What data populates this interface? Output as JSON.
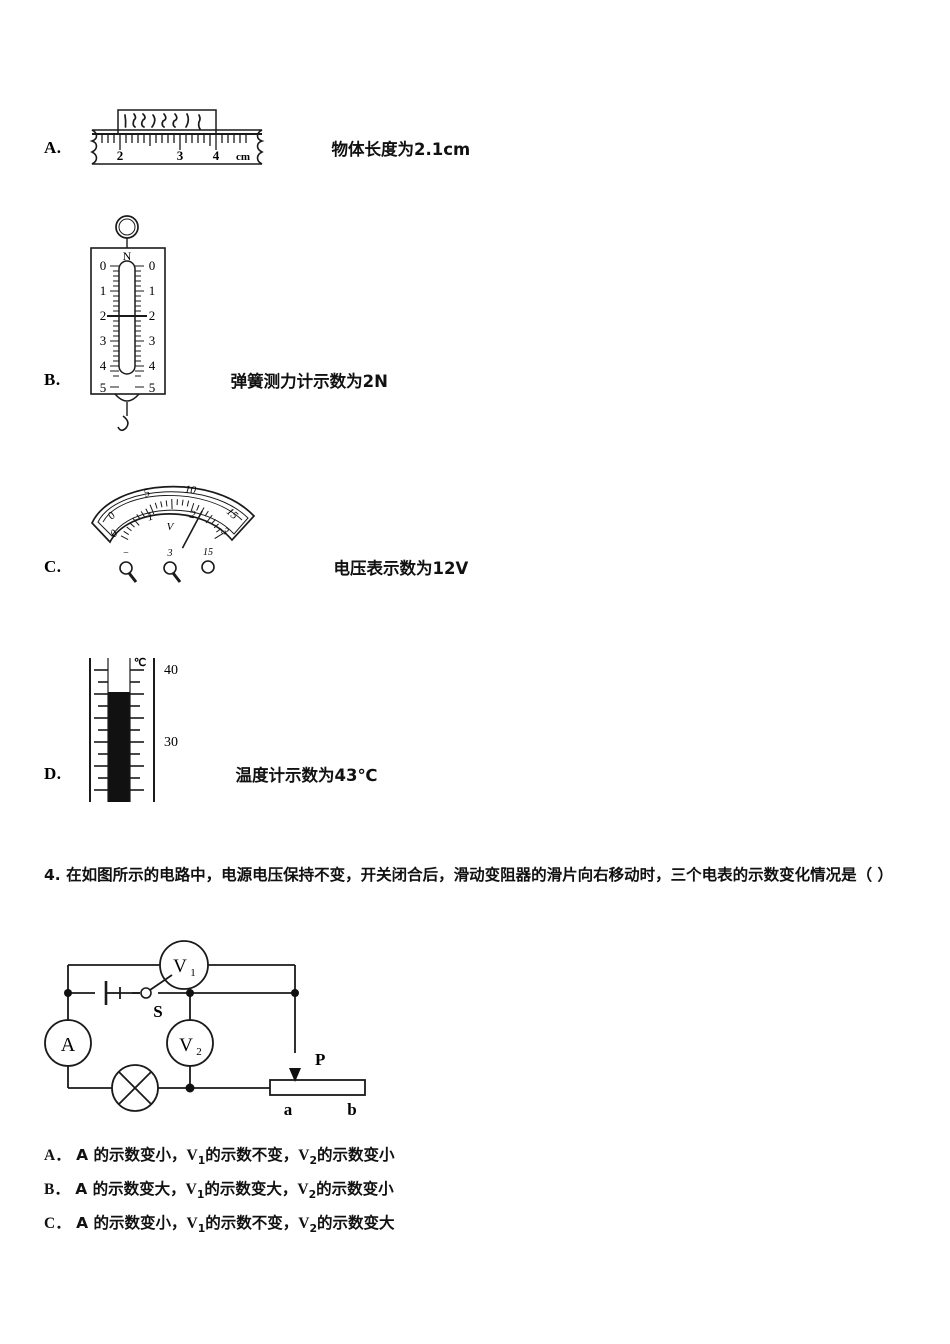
{
  "document": {
    "type": "physics-exam-page",
    "language": "zh-CN"
  },
  "question3_options": [
    {
      "letter": "A.",
      "figure": "ruler-with-object",
      "description": "物体长度为2.1cm",
      "figure_labels": {
        "ticks": [
          "2",
          "3",
          "4"
        ],
        "unit": "cm"
      }
    },
    {
      "letter": "B.",
      "figure": "spring-scale",
      "description": "弹簧测力计示数为2N",
      "figure_labels": {
        "unit": "N",
        "scale_left": [
          "0",
          "1",
          "2",
          "3",
          "4",
          "5"
        ],
        "scale_right": [
          "0",
          "1",
          "2",
          "3",
          "4",
          "5"
        ],
        "pointer_value": "2"
      }
    },
    {
      "letter": "C.",
      "figure": "voltmeter",
      "description": "电压表示数为12V",
      "figure_labels": {
        "outer_scale": [
          "0",
          "5",
          "10",
          "15"
        ],
        "inner_scale": [
          "0",
          "1",
          "2",
          "3"
        ],
        "symbol": "V",
        "terminals": [
          "−",
          "3",
          "15"
        ]
      }
    },
    {
      "letter": "D.",
      "figure": "thermometer",
      "description": "温度计示数为43℃",
      "figure_labels": {
        "unit": "℃",
        "ticks": [
          "40",
          "30"
        ]
      }
    }
  ],
  "question4": {
    "text": "4. 在如图所示的电路中，电源电压保持不变，开关闭合后，滑动变阻器的滑片向右移动时，三个电表的示数变化情况是（    ）",
    "circuit_labels": {
      "voltmeter1": "V",
      "voltmeter1_sub": "1",
      "voltmeter2": "V",
      "voltmeter2_sub": "2",
      "ammeter": "A",
      "switch": "S",
      "slider": "P",
      "rheostat_left": "a",
      "rheostat_right": "b"
    },
    "options": [
      {
        "letter": "A．",
        "text": "A 的示数变小，V1的示数不变，V2的示数变小",
        "parts": [
          "A 的示数变小，",
          "V",
          "1",
          "的示数不变，",
          "V",
          "2",
          "的示数变小"
        ]
      },
      {
        "letter": "B．",
        "text": "A 的示数变大，V1的示数变大，V2的示数变小",
        "parts": [
          "A 的示数变大，",
          "V",
          "1",
          "的示数变大，",
          "V",
          "2",
          "的示数变小"
        ]
      },
      {
        "letter": "C．",
        "text": "A 的示数变小，V1的示数不变，V2的示数变大",
        "parts": [
          "A 的示数变小，",
          "V",
          "1",
          "的示数不变，",
          "V",
          "2",
          "的示数变大"
        ]
      }
    ]
  }
}
